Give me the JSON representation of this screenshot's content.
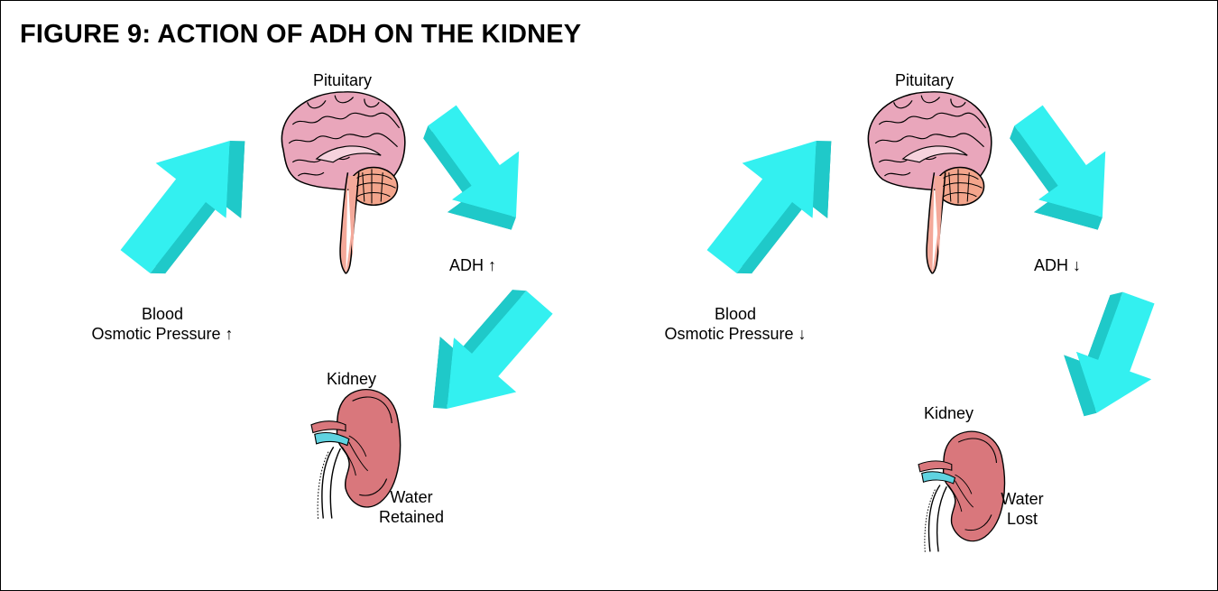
{
  "figure": {
    "title": "FIGURE 9:  ACTION OF ADH ON THE KIDNEY"
  },
  "panels": {
    "left": {
      "pituitary_label": "Pituitary",
      "adh_label": "ADH ↑",
      "blood_line1": "Blood",
      "blood_line2": "Osmotic Pressure ↑",
      "kidney_label": "Kidney",
      "water_line1": "Water",
      "water_line2": "Retained"
    },
    "right": {
      "pituitary_label": "Pituitary",
      "adh_label": "ADH ↓",
      "blood_line1": "Blood",
      "blood_line2": "Osmotic Pressure ↓",
      "kidney_label": "Kidney",
      "water_line1": "Water",
      "water_line2": "Lost"
    }
  },
  "colors": {
    "arrow_light": "#33f0f0",
    "arrow_mid": "#1fc9c9",
    "arrow_dark": "#109a9a",
    "brain": "#e9a6bb",
    "cerebellum": "#f3a58c",
    "kidney": "#d9777c"
  }
}
